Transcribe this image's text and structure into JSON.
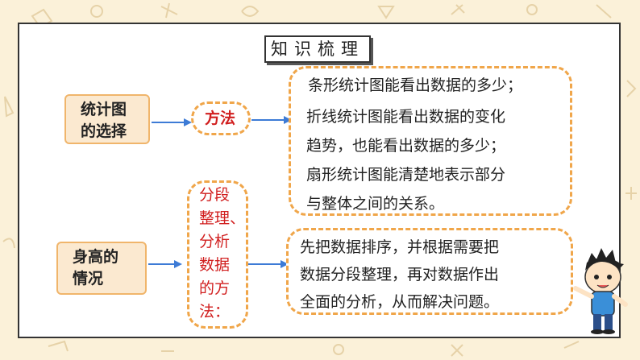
{
  "title": "知识梳理",
  "colors": {
    "background": "#fbf1d9",
    "box_fill": "#fbe9d0",
    "box_border": "#f0b56b",
    "dashed_border": "#f0a64a",
    "arrow": "#3d7bd6",
    "accent_red": "#d11f1f"
  },
  "section1": {
    "label_line1": "统计图",
    "label_line2": "的选择",
    "method": "方法",
    "content_lines": [
      "条形统计图能看出数据的多少；",
      "折线统计图能看出数据的变化",
      "趋势，也能看出数据的多少；",
      "扇形统计图能清楚地表示部分",
      "与整体之间的关系。"
    ]
  },
  "section2": {
    "label_line1": "身高的",
    "label_line2": "情况",
    "method_lines": [
      "分段",
      "整理、",
      "分析",
      "数据",
      "的方",
      "法："
    ],
    "content_lines": [
      "先把数据排序，并根据需要把",
      "数据分段整理，再对数据作出",
      "全面的分析，从而解决问题。"
    ]
  },
  "icons": [
    "boy-character-icon"
  ]
}
